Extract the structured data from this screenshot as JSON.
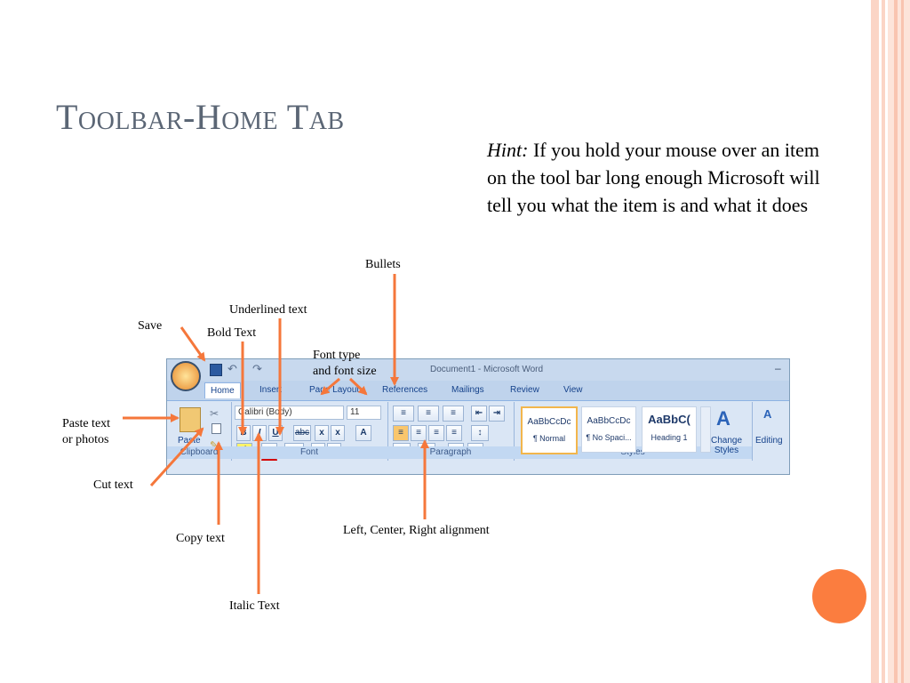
{
  "slide": {
    "title": "Toolbar-Home Tab",
    "hint_label": "Hint:",
    "hint_text": "If you hold your mouse over an item on the tool bar long enough Microsoft will tell you what the item is and what it does"
  },
  "callouts": {
    "bullets": "Bullets",
    "underlined_text": "Underlined text",
    "save": "Save",
    "bold_text": "Bold Text",
    "font_type_line1": "Font type",
    "font_type_line2": "and font size",
    "paste_line1": "Paste text",
    "paste_line2": "or photos",
    "cut_text": "Cut text",
    "alignment": "Left, Center, Right alignment",
    "copy_text": "Copy text",
    "italic_text": "Italic Text"
  },
  "ribbon": {
    "window_title": "Document1 - Microsoft Word",
    "tabs": [
      "Home",
      "Insert",
      "Page Layout",
      "References",
      "Mailings",
      "Review",
      "View"
    ],
    "font_name": "Calibri (Body)",
    "font_size": "11",
    "paste_label": "Paste",
    "groups": [
      "Clipboard",
      "Font",
      "Paragraph",
      "Styles"
    ],
    "styles": [
      {
        "sample": "AaBbCcDc",
        "name": "¶ Normal"
      },
      {
        "sample": "AaBbCcDc",
        "name": "¶ No Spaci..."
      },
      {
        "sample": "AaBbC(",
        "name": "Heading 1"
      }
    ],
    "change_styles_line1": "Change",
    "change_styles_line2": "Styles",
    "editing_label": "Editing"
  },
  "colors": {
    "title": "#5b6675",
    "arrow": "#f5773b",
    "accent_circle": "#fb7d3f",
    "deco_bar": "#f9c4b0"
  }
}
